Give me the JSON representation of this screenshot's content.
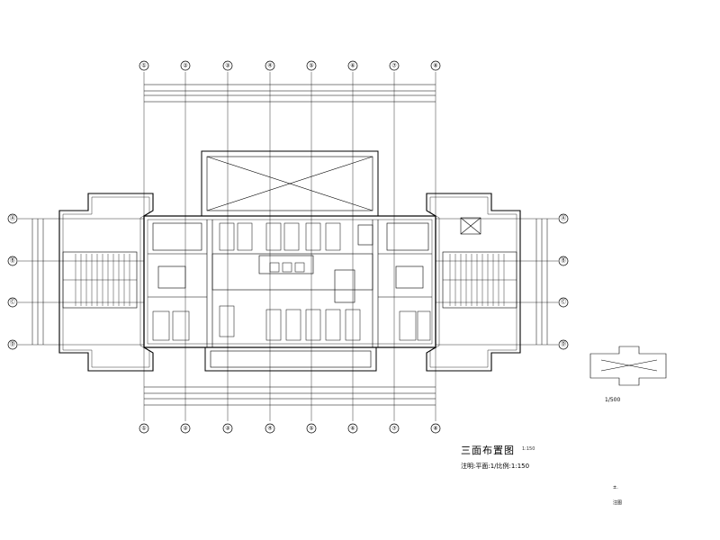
{
  "drawing": {
    "title": "三面布置图",
    "title_sub": "1:150",
    "note": "注明:平面:1/比例:1:150",
    "key_scale": "1/500",
    "tiny_a": "±.",
    "tiny_b": "注图"
  },
  "grid": {
    "columns": [
      "①",
      "②",
      "③",
      "④",
      "⑤",
      "⑥",
      "⑦",
      "⑧"
    ],
    "rows": [
      "Ⓐ",
      "Ⓑ",
      "Ⓒ",
      "Ⓓ"
    ]
  }
}
